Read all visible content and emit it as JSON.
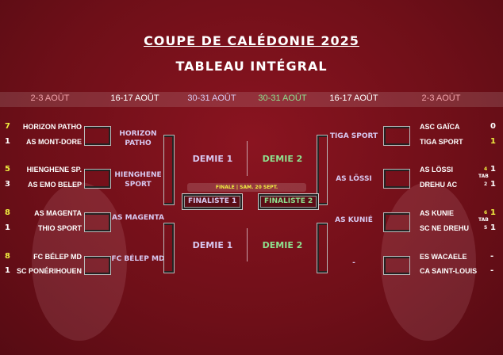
{
  "title": "COUPE DE CALÉDONIE 2025",
  "subtitle": "TABLEAU INTÉGRAL",
  "headers": [
    "2-3 AOÛT",
    "16-17 AOÛT",
    "30-31 AOÛT",
    "30-31 AOÛT",
    "16-17 AOÛT",
    "2-3 AOÛT"
  ],
  "colors": {
    "background": "#6e0f18",
    "accent_yellow": "#f0f040",
    "green": "#8ee08e",
    "pink": "#f0a0a8",
    "lavender": "#d8c8f0"
  },
  "left_r1": [
    {
      "score": "7",
      "name": "HORIZON PATHO"
    },
    {
      "score": "1",
      "name": "AS MONT-DORE"
    },
    {
      "score": "5",
      "name": "HIENGHENE SP."
    },
    {
      "score": "3",
      "name": "AS EMO BELEP"
    },
    {
      "score": "8",
      "name": "AS MAGENTA"
    },
    {
      "score": "1",
      "name": "THIO SPORT"
    },
    {
      "score": "8",
      "name": "FC BÉLEP MD"
    },
    {
      "score": "1",
      "name": "SC PONÉRIHOUEN"
    }
  ],
  "left_r2": [
    "HORIZON PATHO",
    "HIENGHENE SPORT",
    "AS MAGENTA",
    "FC BÉLEP MD"
  ],
  "right_r1": [
    {
      "score": "0",
      "name": "ASC GAÏCA"
    },
    {
      "score": "1",
      "name": "TIGA SPORT"
    },
    {
      "score": "1",
      "name": "AS LÖSSI",
      "tab": "4"
    },
    {
      "score": "1",
      "name": "DREHU AC",
      "tab": "2"
    },
    {
      "score": "1",
      "name": "AS KUNIE",
      "tab": "6"
    },
    {
      "score": "1",
      "name": "SC NE DREHU",
      "tab": "5"
    },
    {
      "score": "-",
      "name": "ES WACAELE"
    },
    {
      "score": "-",
      "name": "CA SAINT-LOUIS"
    }
  ],
  "right_r2": [
    "TIGA SPORT",
    "AS LÖSSI",
    "AS KUNIÉ",
    "-"
  ],
  "tab_label": "TAB",
  "semis": {
    "d1": "DEMIE 1",
    "d2": "DEMIE 2"
  },
  "final": {
    "label": "FINALE | SAM. 20 SEPT.",
    "f1": "FINALISTE 1",
    "f2": "FINALISTE 2"
  }
}
